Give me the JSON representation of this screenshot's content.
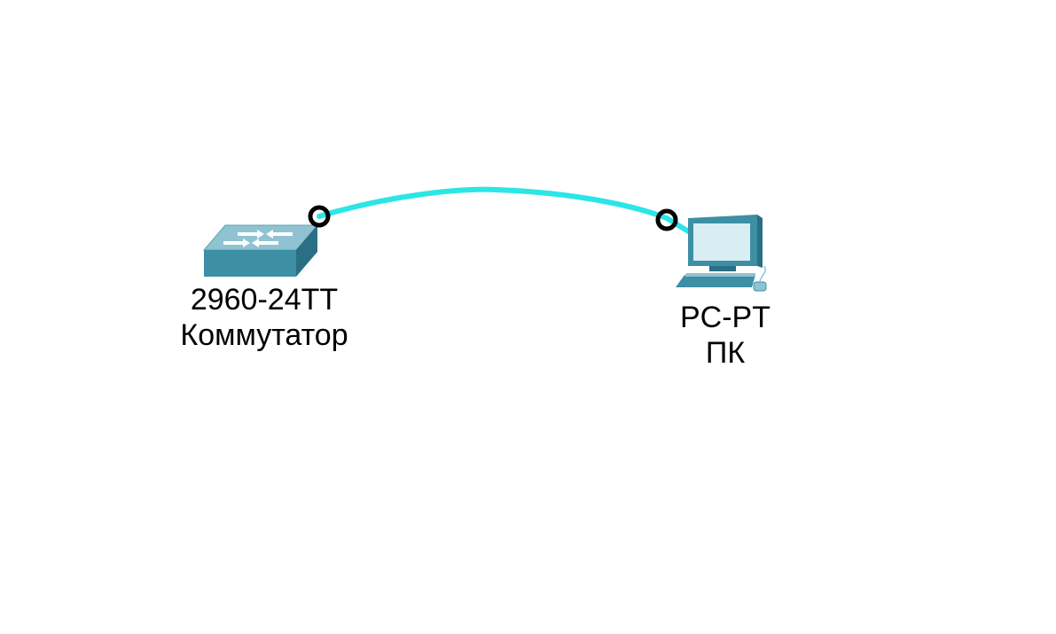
{
  "devices": [
    {
      "id": "switch",
      "model": "2960-24TT",
      "name": "Коммутатор",
      "icon": "switch-icon"
    },
    {
      "id": "pc",
      "model": "PC-PT",
      "name": "ПК",
      "icon": "pc-icon"
    }
  ],
  "links": [
    {
      "from": "switch",
      "to": "pc",
      "color": "#2ce5e6",
      "endpoint_color": "#000000",
      "style": "copper-straight-through"
    }
  ],
  "colors": {
    "background": "#ffffff",
    "device_teal": "#3d8fa4",
    "device_dark": "#2a6f84",
    "device_light": "#8fc3d2"
  }
}
